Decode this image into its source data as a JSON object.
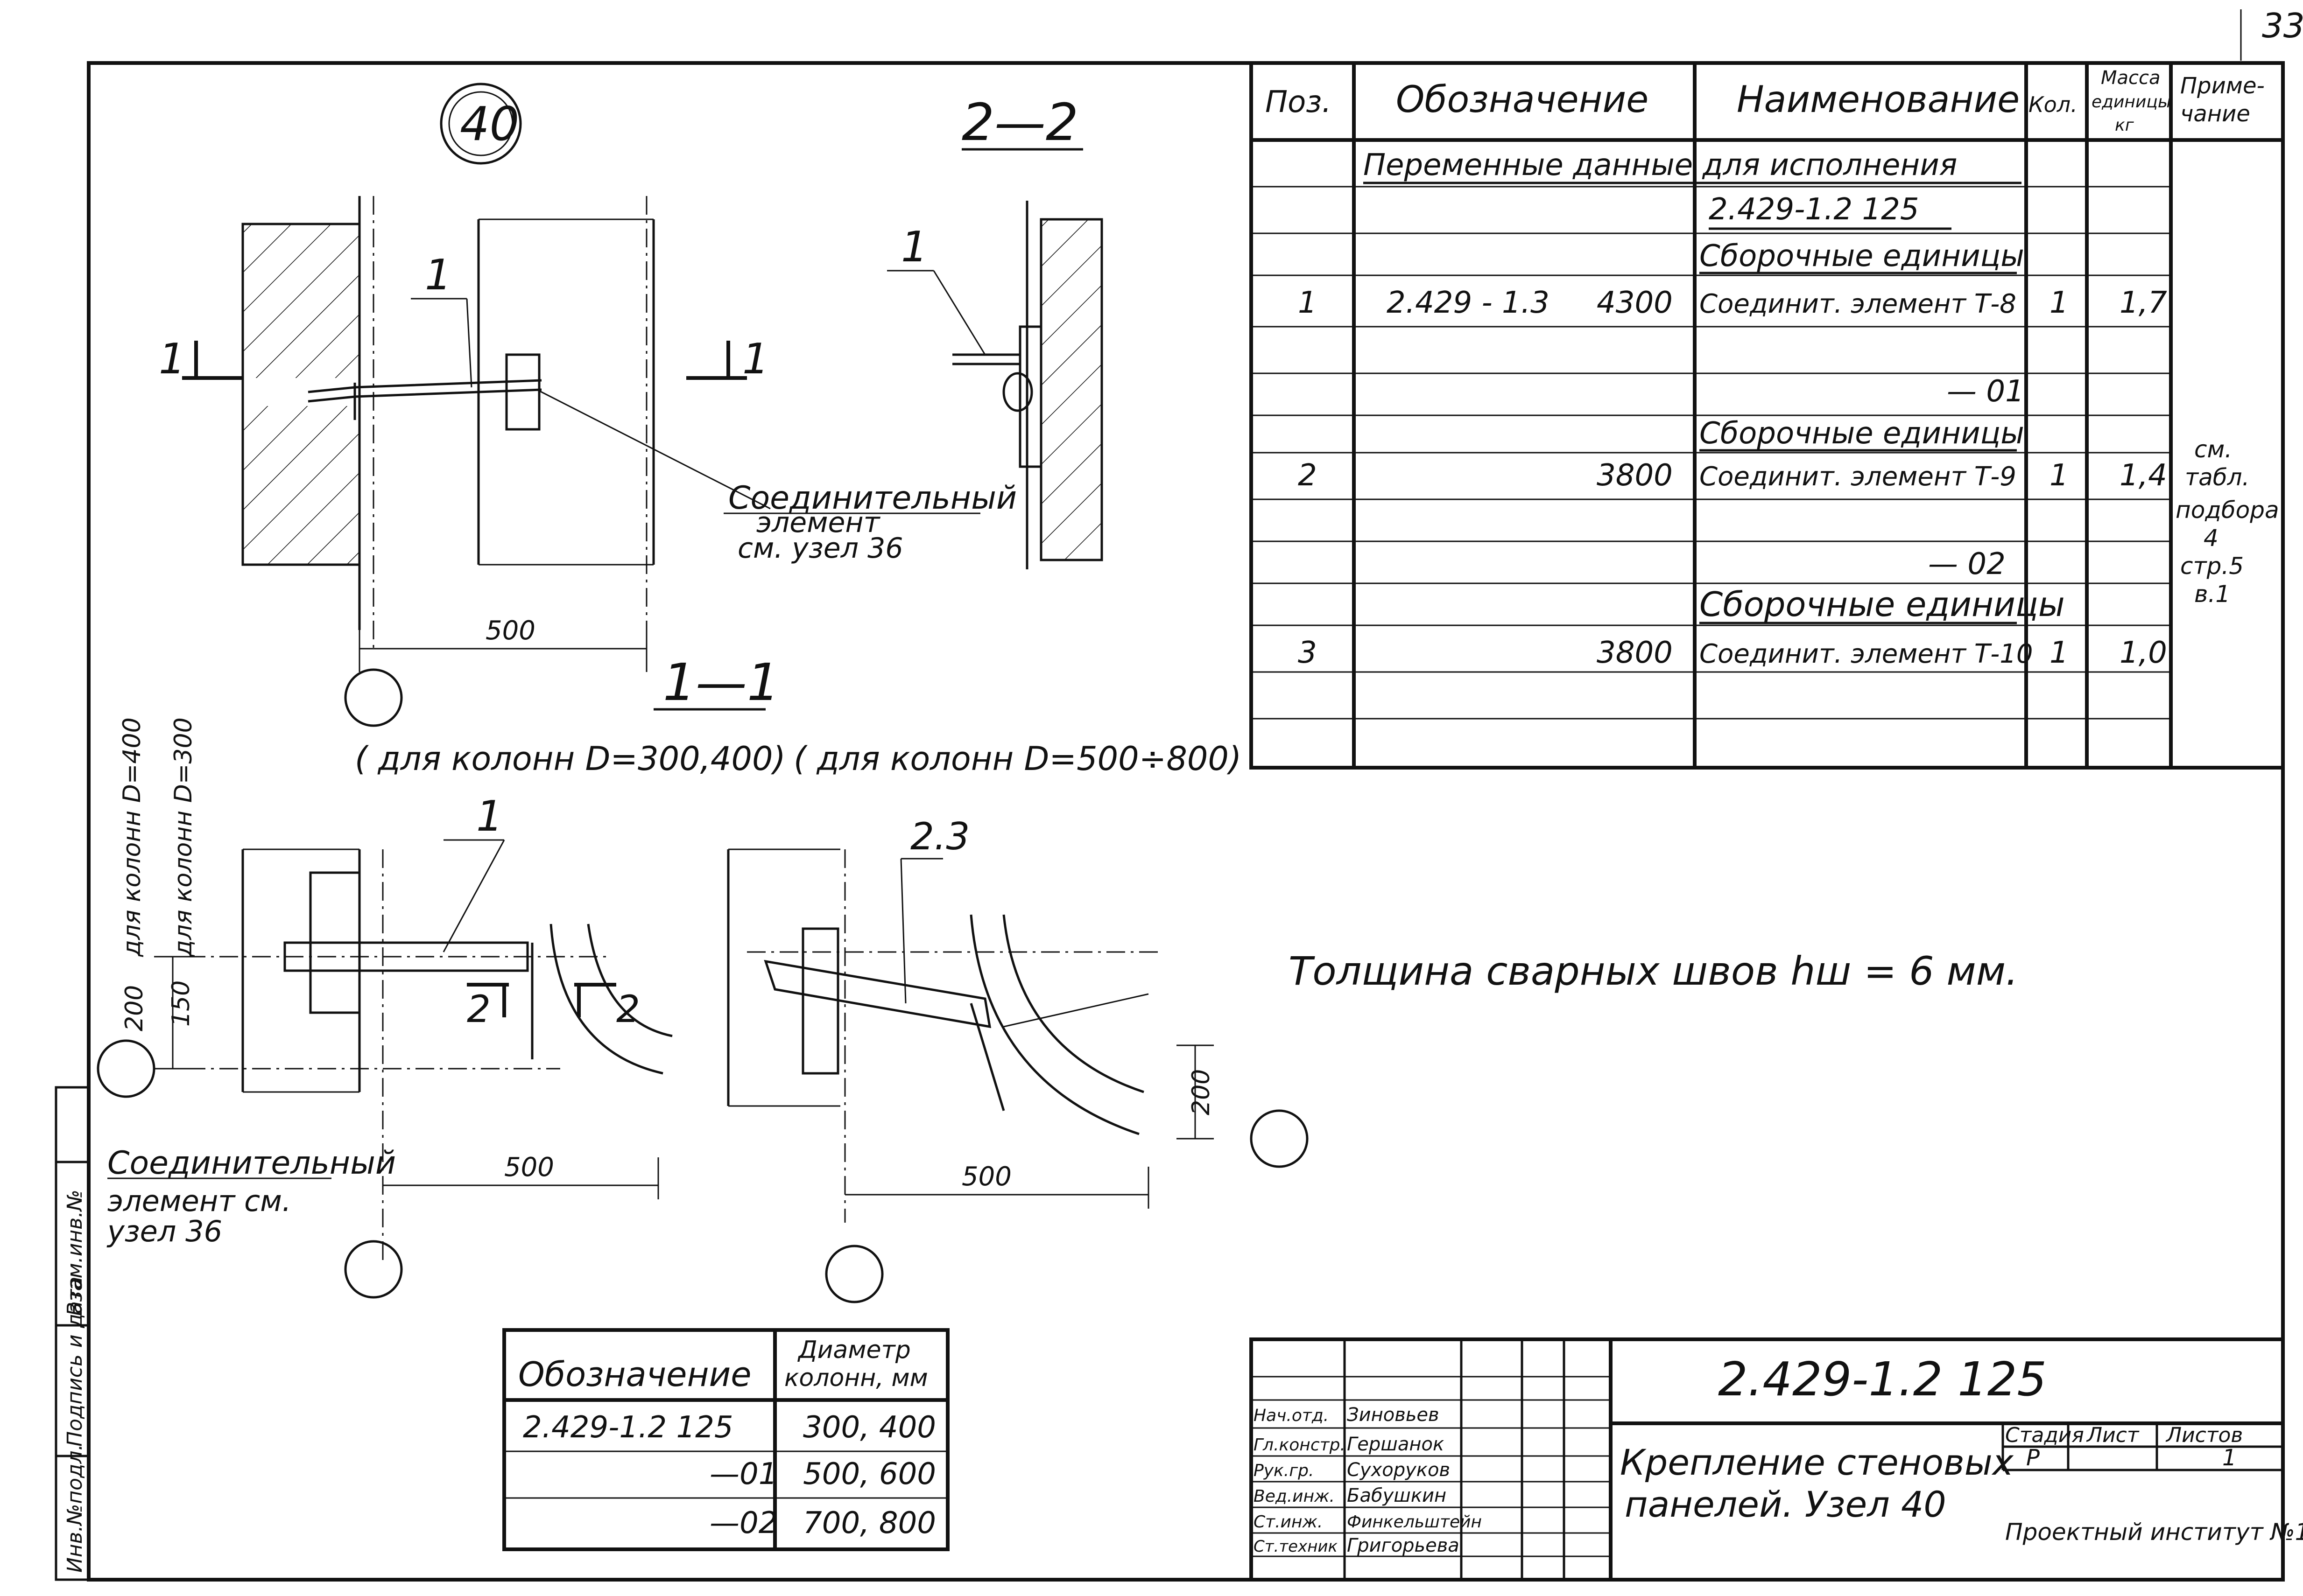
{
  "sheet_number": "33",
  "node_callout": "40",
  "section_2_2": "2—2",
  "section_1_1": "1—1",
  "cut_marks": {
    "left": "1",
    "right": "1",
    "two_left": "2",
    "two_right": "2"
  },
  "leaders": {
    "top_view": "1",
    "section_2_2": "1",
    "section_1_1_left": "1",
    "section_1_1_right": "2.3"
  },
  "top_note": {
    "line1": "Соединительный",
    "line2": "элемент",
    "line3": "см. узел 36"
  },
  "bottom_note": {
    "line1": "Соединительный",
    "line2": "элемент см.",
    "line3": "узел 36"
  },
  "dims": {
    "top_500": "500",
    "bottom_left_500": "500",
    "bottom_right_500": "500",
    "d200": "200",
    "d150": "150",
    "d200_right": "200"
  },
  "column_labels": {
    "d400": "для колонн D=400",
    "d300": "для колонн D=300"
  },
  "captions": {
    "left": "( для колонн D=300,400)",
    "right": "( для колонн D=500÷800)"
  },
  "weld_note": "Толщина сварных швов hш = 6 мм.",
  "spec_table": {
    "headers": {
      "pos": "Поз.",
      "designation": "Обозначение",
      "name": "Наименование",
      "qty": "Кол.",
      "mass_l1": "Масса",
      "mass_l2": "единицы",
      "mass_l3": "кг",
      "note_l1": "Приме-",
      "note_l2": "чание"
    },
    "variable_data": "Переменные данные для исполнения",
    "variant_main": "2.429-1.2 125",
    "assembly_units": "Сборочные единицы",
    "rows": [
      {
        "pos": "1",
        "designation": "2.429 - 1.3",
        "code": "4300",
        "name": "Соединит. элемент Т-8",
        "qty": "1",
        "mass": "1,7"
      },
      {
        "pos": "2",
        "designation": "",
        "code": "3800",
        "name": "Соединит. элемент Т-9",
        "qty": "1",
        "mass": "1,4"
      },
      {
        "pos": "3",
        "designation": "",
        "code": "3800",
        "name": "Соединит. элемент Т-10",
        "qty": "1",
        "mass": "1,0"
      }
    ],
    "variant_01": "— 01",
    "variant_02": "— 02",
    "side_note": [
      "см.",
      "табл.",
      "подбора",
      "4",
      "стр.5",
      "в.1"
    ]
  },
  "diam_table": {
    "header_designation": "Обозначение",
    "header_diam_l1": "Диаметр",
    "header_diam_l2": "колонн, мм",
    "rows": [
      {
        "designation": "2.429-1.2 125",
        "diam": "300, 400"
      },
      {
        "designation": "—01",
        "diam": "500, 600"
      },
      {
        "designation": "—02",
        "diam": "700, 800"
      }
    ]
  },
  "title_block": {
    "doc_code": "2.429-1.2 125",
    "title_l1": "Крепление стеновых",
    "title_l2": "панелей. Узел 40",
    "stage_label": "Стадия",
    "sheet_label": "Лист",
    "sheets_label": "Листов",
    "stage_value": "Р",
    "sheets_value": "1",
    "organization": "Проектный институт №1",
    "staff": [
      {
        "role": "Нач.отд.",
        "name": "Зиновьев"
      },
      {
        "role": "Гл.констр.",
        "name": "Гершанок"
      },
      {
        "role": "Рук.гр.",
        "name": "Сухоруков"
      },
      {
        "role": "Вед.инж.",
        "name": "Бабушкин"
      },
      {
        "role": "Ст.инж.",
        "name": "Финкельштейн"
      },
      {
        "role": "Ст.техник",
        "name": "Григорьева"
      }
    ]
  },
  "side_stamp": [
    "Инв.№подл.",
    "Подпись и дата",
    "Взам.инв.№"
  ]
}
